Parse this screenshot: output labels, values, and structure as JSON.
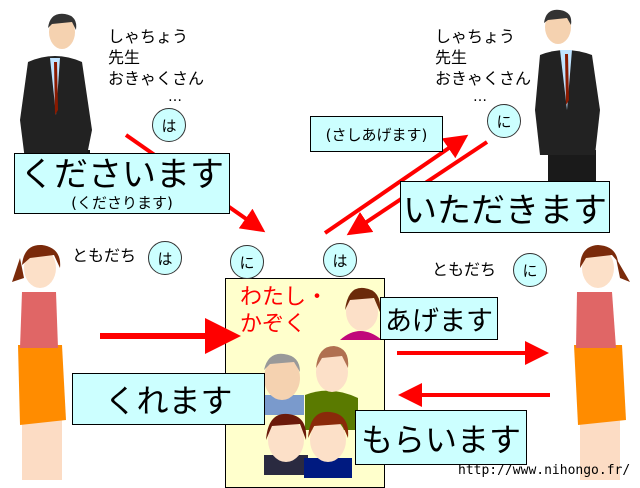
{
  "top_left": {
    "roles": [
      "しゃちょう",
      "先生",
      "おきゃくさん"
    ],
    "ellipsis": "…",
    "particle": "は",
    "verb": "くださいます",
    "verb_sub": "(くださります)"
  },
  "top_right": {
    "roles": [
      "しゃちょう",
      "先生",
      "おきゃくさん"
    ],
    "ellipsis": "…",
    "particle": "に",
    "verb": "いただきます",
    "verb_humble": "(さしあげます)"
  },
  "bottom_left": {
    "label": "ともだち",
    "particle": "は",
    "verb": "くれます"
  },
  "center": {
    "particle_ni": "に",
    "particle_wa": "は",
    "label_line1": "わたし・",
    "label_line2": "かぞく",
    "verb_give": "あげます",
    "verb_receive": "もらいます"
  },
  "bottom_right": {
    "label": "ともだち",
    "particle": "に"
  },
  "url": "http://www.nihongo.fr/",
  "colors": {
    "arrow": "#ff0000",
    "box": "#ccffff",
    "family_bg": "#ffffcc"
  }
}
